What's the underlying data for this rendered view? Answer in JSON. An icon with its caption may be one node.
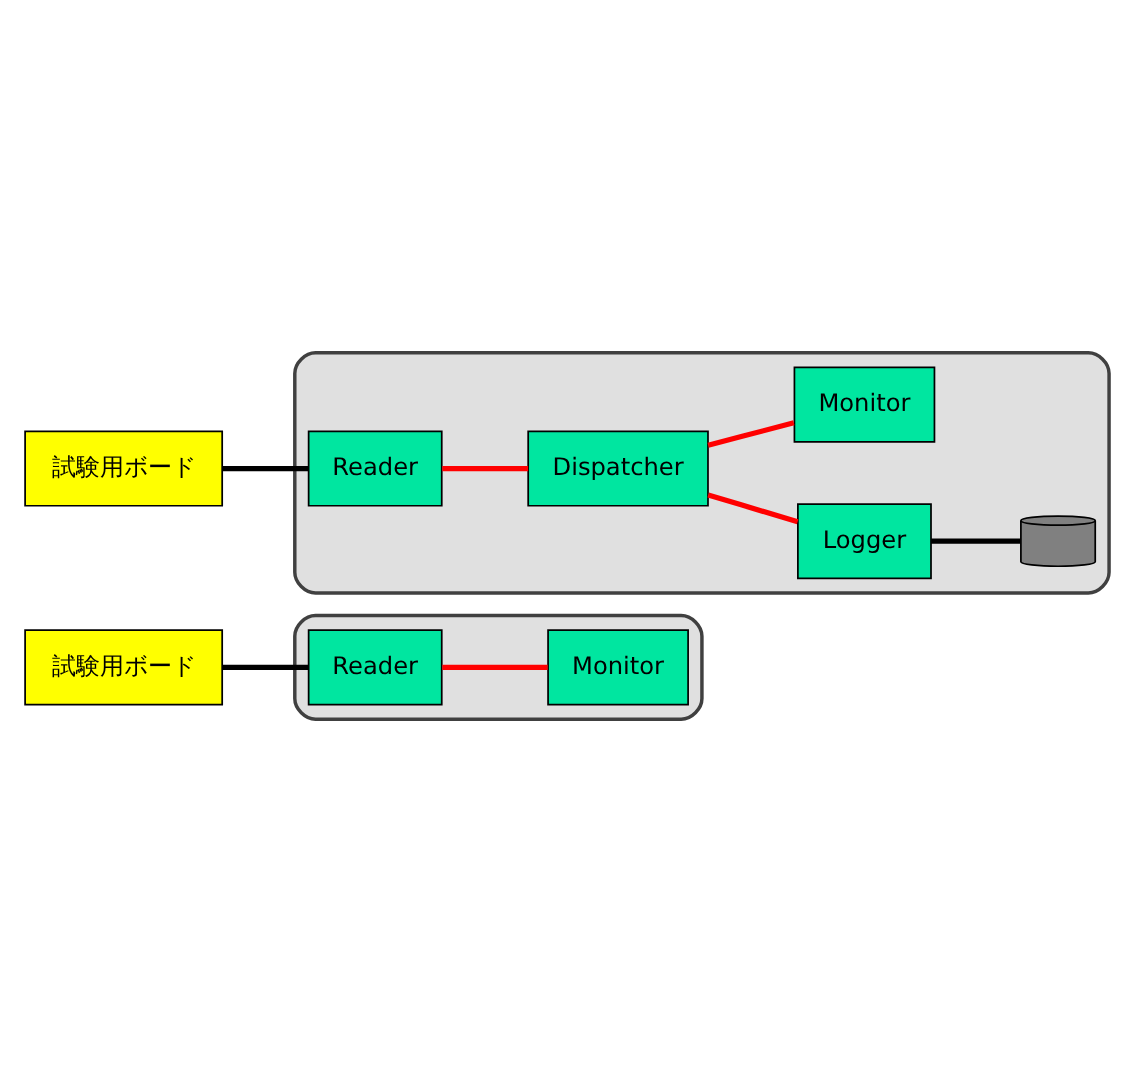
{
  "diagram": {
    "nodes": [
      {
        "text": [],
        "shape": "box"
      },
      {
        "text": [
          "試験用ボード"
        ]
      },
      {
        "text": [
          "Reader"
        ],
        "in": 0
      },
      {
        "text": [
          "Monitor"
        ],
        "in": 0
      },
      {
        "text": [],
        "shape": "box"
      },
      {
        "text": [
          "試験用ボード"
        ]
      },
      {
        "text": [
          "Reader"
        ],
        "in": 4
      },
      {
        "text": [
          "Dispatcher"
        ],
        "in": 4
      },
      {
        "text": [
          "Logger"
        ],
        "in": 4
      },
      {
        "text": [],
        "shape": "cylinder",
        "in": 4
      },
      {
        "text": [
          "Monitor"
        ],
        "in": 4
      }
    ],
    "edges": [
      {
        "from": 1,
        "to": 2,
        "arrow": "none",
        "color": "#000000"
      },
      {
        "from": 2,
        "to": 3,
        "arrow": "none"
      },
      {
        "from": 5,
        "to": 6,
        "arrow": "none",
        "color": "#000000"
      },
      {
        "from": 6,
        "to": 7,
        "arrow": "none"
      },
      {
        "from": 7,
        "to": 8,
        "arrow": "none"
      },
      {
        "from": 7,
        "to": 10,
        "arrow": "none"
      },
      {
        "from": 8,
        "to": 9,
        "arrow": "none",
        "color": "#000000"
      }
    ]
  }
}
